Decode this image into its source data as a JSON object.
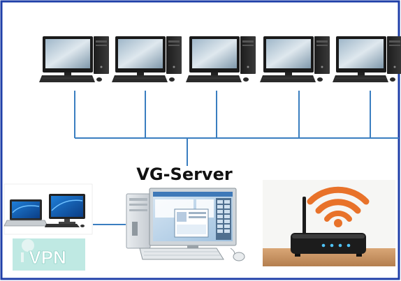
{
  "server": {
    "label": "VG-Server"
  },
  "vpn": {
    "label": "VPN"
  },
  "colors": {
    "frame": "#1f3fa8",
    "network_line": "#3a7ec0",
    "wifi_orange": "#e8722a",
    "router_bg": "#f6f6f4",
    "router_desk": "#c89466",
    "vpn_panel": "#bfe9e3"
  },
  "icons": {
    "desktop_workstation": "desktop-computer-icon",
    "laptop": "laptop-icon",
    "server_workstation": "server-computer-icon",
    "router": "wifi-router-icon",
    "wifi_signal": "wifi-signal-icon",
    "vpn_badge": "vpn-badge-icon"
  },
  "workstation_count": 5
}
